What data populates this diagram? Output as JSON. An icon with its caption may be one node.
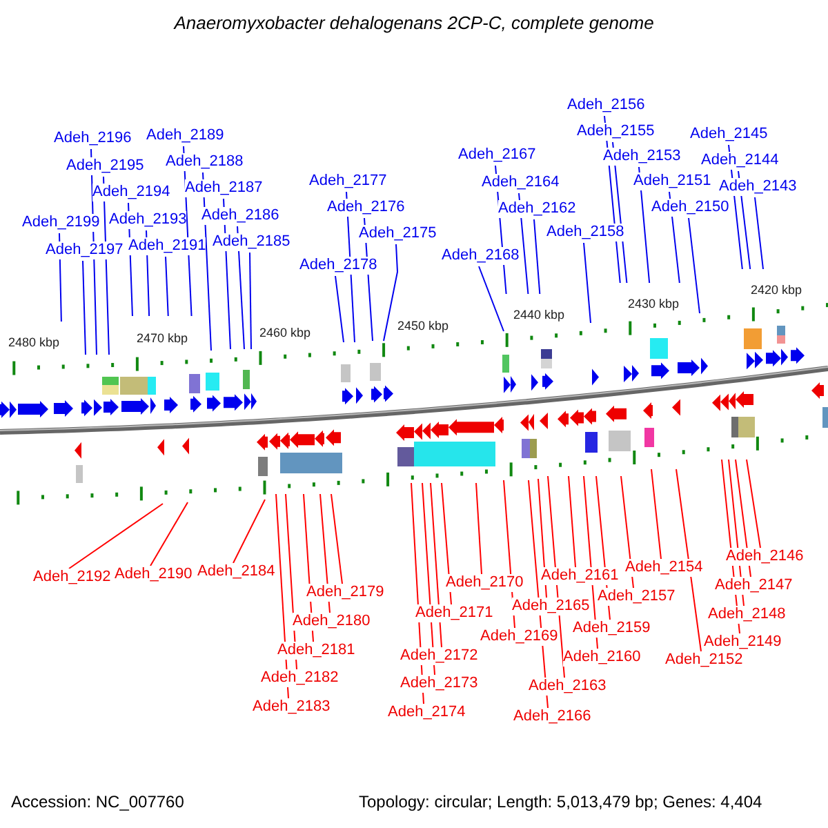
{
  "diagram": {
    "title": "Anaeromyxobacter dehalogenans 2CP-C, complete genome",
    "nodes": [
      {
        "text": [
          "Adeh_2199"
        ]
      },
      {
        "text": [
          "Adeh_2197"
        ]
      },
      {
        "text": [
          "Adeh_2196"
        ]
      },
      {
        "text": [
          "Adeh_2195"
        ]
      },
      {
        "text": [
          "Adeh_2194"
        ]
      },
      {
        "text": [
          "Adeh_2193"
        ]
      },
      {
        "text": [
          "Adeh_2191"
        ]
      },
      {
        "text": [
          "Adeh_2189"
        ]
      },
      {
        "text": [
          "Adeh_2188"
        ]
      },
      {
        "text": [
          "Adeh_2187"
        ]
      },
      {
        "text": [
          "Adeh_2186"
        ]
      },
      {
        "text": [
          "Adeh_2185"
        ]
      },
      {
        "text": [
          "Adeh_2178"
        ]
      },
      {
        "text": [
          "Adeh_2177"
        ]
      },
      {
        "text": [
          "Adeh_2176"
        ]
      },
      {
        "text": [
          "Adeh_2175"
        ]
      },
      {
        "text": [
          "Adeh_2168"
        ]
      },
      {
        "text": [
          "Adeh_2167"
        ]
      },
      {
        "text": [
          "Adeh_2164"
        ]
      },
      {
        "text": [
          "Adeh_2162"
        ]
      },
      {
        "text": [
          "Adeh_2158"
        ]
      },
      {
        "text": [
          "Adeh_2156"
        ]
      },
      {
        "text": [
          "Adeh_2155"
        ]
      },
      {
        "text": [
          "Adeh_2153"
        ]
      },
      {
        "text": [
          "Adeh_2151"
        ]
      },
      {
        "text": [
          "Adeh_2150"
        ]
      },
      {
        "text": [
          "Adeh_2145"
        ]
      },
      {
        "text": [
          "Adeh_2144"
        ]
      },
      {
        "text": [
          "Adeh_2143"
        ]
      },
      {
        "text": [
          "Adeh_2192"
        ]
      },
      {
        "text": [
          "Adeh_2190"
        ]
      },
      {
        "text": [
          "Adeh_2184"
        ]
      },
      {
        "text": [
          "Adeh_2183"
        ]
      },
      {
        "text": [
          "Adeh_2182"
        ]
      },
      {
        "text": [
          "Adeh_2181"
        ]
      },
      {
        "text": [
          "Adeh_2180"
        ]
      },
      {
        "text": [
          "Adeh_2179"
        ]
      },
      {
        "text": [
          "Adeh_2174"
        ]
      },
      {
        "text": [
          "Adeh_2173"
        ]
      },
      {
        "text": [
          "Adeh_2172"
        ]
      },
      {
        "text": [
          "Adeh_2171"
        ]
      },
      {
        "text": [
          "Adeh_2170"
        ]
      },
      {
        "text": [
          "Adeh_2169"
        ]
      },
      {
        "text": [
          "Adeh_2166"
        ]
      },
      {
        "text": [
          "Adeh_2165"
        ]
      },
      {
        "text": [
          "Adeh_2163"
        ]
      },
      {
        "text": [
          "Adeh_2161"
        ]
      },
      {
        "text": [
          "Adeh_2160"
        ]
      },
      {
        "text": [
          "Adeh_2159"
        ]
      },
      {
        "text": [
          "Adeh_2157"
        ]
      },
      {
        "text": [
          "Adeh_2154"
        ]
      },
      {
        "text": [
          "Adeh_2152"
        ]
      },
      {
        "text": [
          "Adeh_2149"
        ]
      },
      {
        "text": [
          "Adeh_2148"
        ]
      },
      {
        "text": [
          "Adeh_2147"
        ]
      },
      {
        "text": [
          "Adeh_2146"
        ]
      }
    ],
    "edges": [
      {
        "from": 0,
        "to": null,
        "arrow": "none"
      },
      {
        "from": 1,
        "to": null,
        "arrow": "none"
      },
      {
        "from": 2,
        "to": null,
        "arrow": "none"
      },
      {
        "from": 3,
        "to": null,
        "arrow": "none"
      },
      {
        "from": 4,
        "to": null,
        "arrow": "none"
      },
      {
        "from": 5,
        "to": null,
        "arrow": "none"
      },
      {
        "from": 6,
        "to": null,
        "arrow": "none"
      },
      {
        "from": 7,
        "to": null,
        "arrow": "none"
      },
      {
        "from": 8,
        "to": null,
        "arrow": "none"
      },
      {
        "from": 9,
        "to": null,
        "arrow": "none"
      },
      {
        "from": 10,
        "to": null,
        "arrow": "none"
      },
      {
        "from": 11,
        "to": null,
        "arrow": "none"
      },
      {
        "from": 12,
        "to": null,
        "arrow": "none"
      },
      {
        "from": 13,
        "to": null,
        "arrow": "none"
      },
      {
        "from": 14,
        "to": null,
        "arrow": "none"
      },
      {
        "from": 15,
        "to": null,
        "arrow": "none"
      },
      {
        "from": 16,
        "to": null,
        "arrow": "none"
      },
      {
        "from": 17,
        "to": null,
        "arrow": "none"
      },
      {
        "from": 18,
        "to": null,
        "arrow": "none"
      },
      {
        "from": 19,
        "to": null,
        "arrow": "none"
      },
      {
        "from": 20,
        "to": null,
        "arrow": "none"
      },
      {
        "from": 21,
        "to": null,
        "arrow": "none"
      },
      {
        "from": 22,
        "to": null,
        "arrow": "none"
      },
      {
        "from": 23,
        "to": null,
        "arrow": "none"
      },
      {
        "from": 24,
        "to": null,
        "arrow": "none"
      },
      {
        "from": 25,
        "to": null,
        "arrow": "none"
      },
      {
        "from": 26,
        "to": null,
        "arrow": "none"
      },
      {
        "from": 27,
        "to": null,
        "arrow": "none"
      },
      {
        "from": 28,
        "to": null,
        "arrow": "none"
      },
      {
        "from": 29,
        "to": null,
        "arrow": "none",
        "color": "#ff0000"
      },
      {
        "from": 30,
        "to": null,
        "arrow": "none",
        "color": "#ff0000"
      },
      {
        "from": 31,
        "to": null,
        "arrow": "none",
        "color": "#ff0000"
      },
      {
        "from": 32,
        "to": null,
        "arrow": "none",
        "color": "#ff0000"
      },
      {
        "from": 33,
        "to": null,
        "arrow": "none",
        "color": "#ff0000"
      },
      {
        "from": 34,
        "to": null,
        "arrow": "none",
        "color": "#ff0000"
      },
      {
        "from": 35,
        "to": null,
        "arrow": "none",
        "color": "#ff0000"
      },
      {
        "from": 36,
        "to": null,
        "arrow": "none",
        "color": "#ff0000"
      },
      {
        "from": 37,
        "to": null,
        "arrow": "none",
        "color": "#ff0000"
      },
      {
        "from": 38,
        "to": null,
        "arrow": "none",
        "color": "#ff0000"
      },
      {
        "from": 39,
        "to": null,
        "arrow": "none",
        "color": "#ff0000"
      },
      {
        "from": 40,
        "to": null,
        "arrow": "none",
        "color": "#ff0000"
      },
      {
        "from": 41,
        "to": null,
        "arrow": "none",
        "color": "#ff0000"
      },
      {
        "from": 42,
        "to": null,
        "arrow": "none",
        "color": "#ff0000"
      },
      {
        "from": 43,
        "to": null,
        "arrow": "none",
        "color": "#ff0000"
      },
      {
        "from": 44,
        "to": null,
        "arrow": "none",
        "color": "#ff0000"
      },
      {
        "from": 45,
        "to": null,
        "arrow": "none",
        "color": "#ff0000"
      },
      {
        "from": 46,
        "to": null,
        "arrow": "none",
        "color": "#ff0000"
      },
      {
        "from": 47,
        "to": null,
        "arrow": "none",
        "color": "#ff0000"
      },
      {
        "from": 48,
        "to": null,
        "arrow": "none",
        "color": "#ff0000"
      },
      {
        "from": 49,
        "to": null,
        "arrow": "none",
        "color": "#ff0000"
      },
      {
        "from": 50,
        "to": null,
        "arrow": "none",
        "color": "#ff0000"
      },
      {
        "from": 51,
        "to": null,
        "arrow": "none",
        "color": "#ff0000"
      },
      {
        "from": 52,
        "to": null,
        "arrow": "none",
        "color": "#ff0000"
      },
      {
        "from": 53,
        "to": null,
        "arrow": "none",
        "color": "#ff0000"
      },
      {
        "from": 54,
        "to": null,
        "arrow": "none",
        "color": "#ff0000"
      },
      {
        "from": 55,
        "to": null,
        "arrow": "none",
        "color": "#ff0000"
      }
    ],
    "labels": [
      "2480 kbp",
      "2470 kbp",
      "2460 kbp",
      "2450 kbp",
      "2440 kbp",
      "2430 kbp",
      "2420 kbp",
      "Accession: NC_007760",
      "Topology: circular; Length: 5,013,479 bp; Genes: 4,404"
    ]
  }
}
